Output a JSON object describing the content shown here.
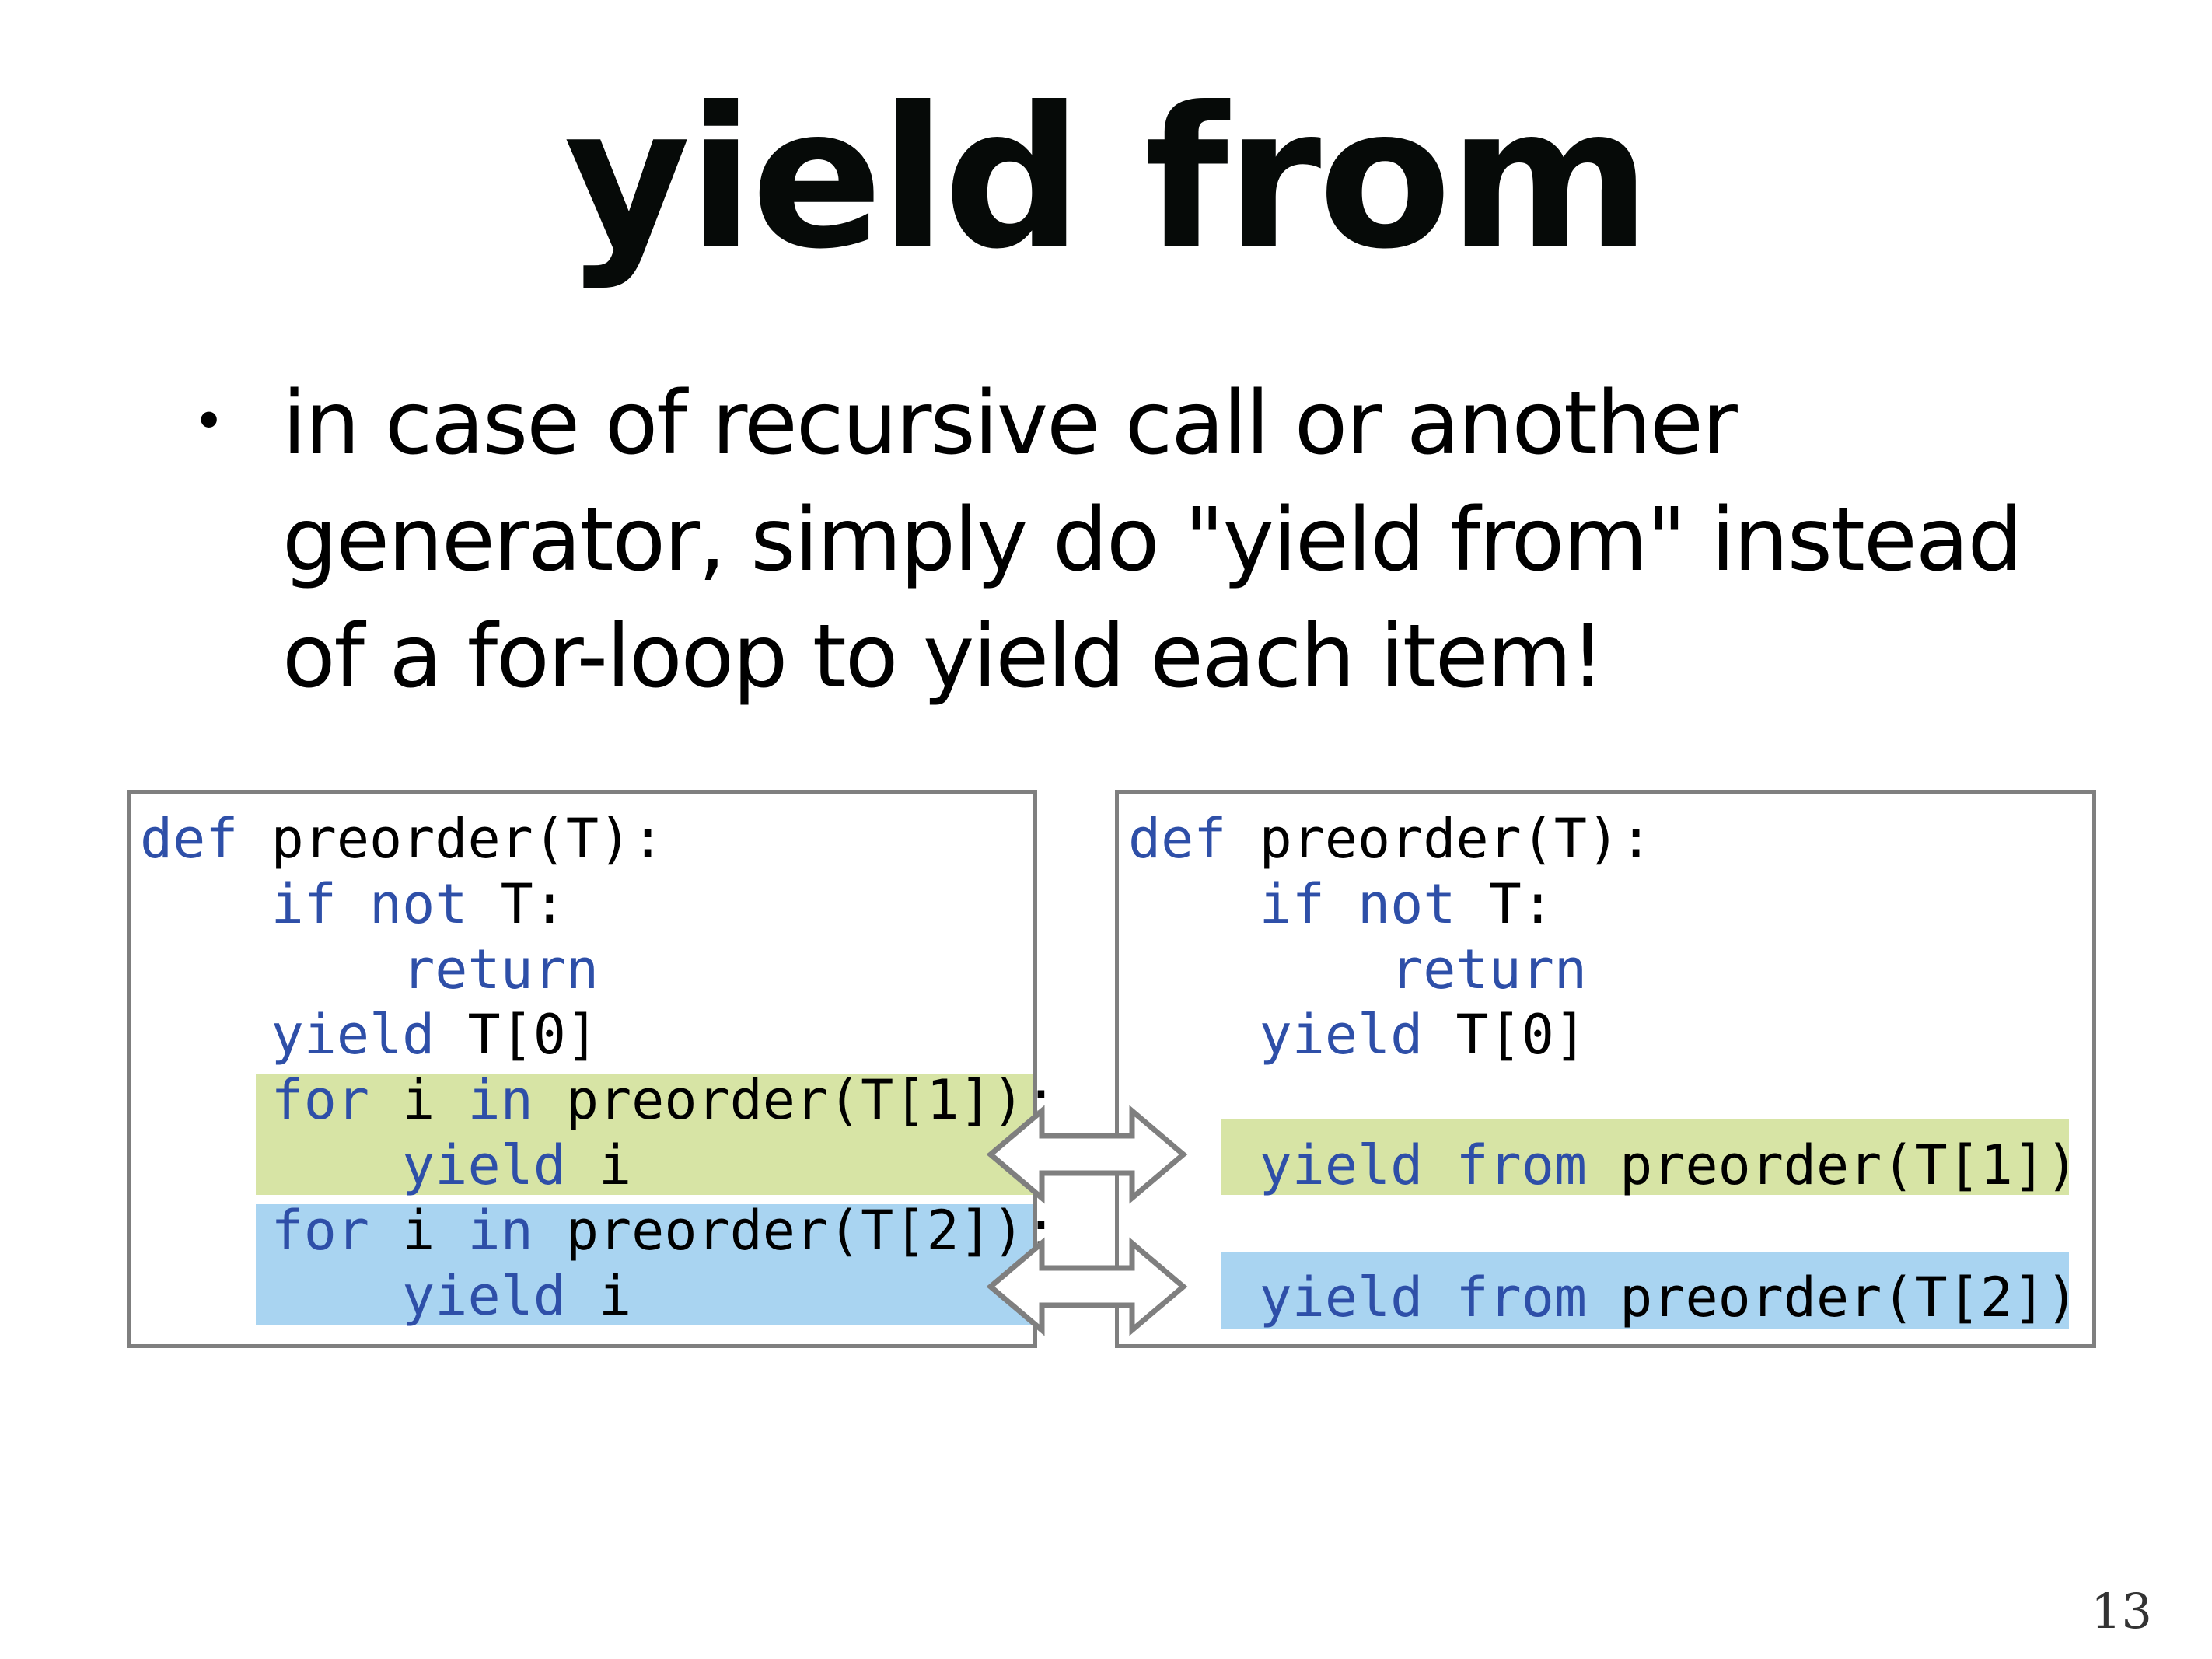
{
  "slide": {
    "title": "yield from",
    "bullet_lines": [
      "in case of recursive call or another",
      "generator, simply do \"yield from\" instead",
      "of a for-loop to yield each item!"
    ],
    "bullet_symbol": "•",
    "page_number": "13"
  },
  "left_code": {
    "lines": [
      [
        {
          "t": "def",
          "k": true
        },
        {
          "t": " preorder(T):",
          "k": false
        }
      ],
      [
        {
          "t": "    ",
          "k": false
        },
        {
          "t": "if",
          "k": true
        },
        {
          "t": " ",
          "k": false
        },
        {
          "t": "not",
          "k": true
        },
        {
          "t": " T:",
          "k": false
        }
      ],
      [
        {
          "t": "        ",
          "k": false
        },
        {
          "t": "return",
          "k": true
        }
      ],
      [
        {
          "t": "    ",
          "k": false
        },
        {
          "t": "yield",
          "k": true
        },
        {
          "t": " T[0]",
          "k": false
        }
      ],
      [
        {
          "t": "    ",
          "k": false
        },
        {
          "t": "for",
          "k": true
        },
        {
          "t": " i ",
          "k": false
        },
        {
          "t": "in",
          "k": true
        },
        {
          "t": " preorder(T[1]):",
          "k": false
        }
      ],
      [
        {
          "t": "        ",
          "k": false
        },
        {
          "t": "yield",
          "k": true
        },
        {
          "t": " i",
          "k": false
        }
      ],
      [
        {
          "t": "    ",
          "k": false
        },
        {
          "t": "for",
          "k": true
        },
        {
          "t": " i ",
          "k": false
        },
        {
          "t": "in",
          "k": true
        },
        {
          "t": " preorder(T[2]):",
          "k": false
        }
      ],
      [
        {
          "t": "        ",
          "k": false
        },
        {
          "t": "yield",
          "k": true
        },
        {
          "t": " i",
          "k": false
        }
      ]
    ]
  },
  "right_code": {
    "lines": [
      [
        {
          "t": "def",
          "k": true
        },
        {
          "t": " preorder(T):",
          "k": false
        }
      ],
      [
        {
          "t": "    ",
          "k": false
        },
        {
          "t": "if",
          "k": true
        },
        {
          "t": " ",
          "k": false
        },
        {
          "t": "not",
          "k": true
        },
        {
          "t": " T:",
          "k": false
        }
      ],
      [
        {
          "t": "        ",
          "k": false
        },
        {
          "t": "return",
          "k": true
        }
      ],
      [
        {
          "t": "    ",
          "k": false
        },
        {
          "t": "yield",
          "k": true
        },
        {
          "t": " T[0]",
          "k": false
        }
      ],
      [],
      [
        {
          "t": "    ",
          "k": false
        },
        {
          "t": "yield",
          "k": true
        },
        {
          "t": " ",
          "k": false
        },
        {
          "t": "from",
          "k": true
        },
        {
          "t": " preorder(T[1])",
          "k": false
        }
      ],
      [],
      [
        {
          "t": "    ",
          "k": false
        },
        {
          "t": "yield",
          "k": true
        },
        {
          "t": " ",
          "k": false
        },
        {
          "t": "from",
          "k": true
        },
        {
          "t": " preorder(T[2])",
          "k": false
        }
      ]
    ]
  },
  "colors": {
    "keyword": "#2e4fa8",
    "text": "#000000",
    "highlight_green": "#d7e4a5",
    "highlight_blue": "#a9d4f1",
    "box_border": "#7f7f7f",
    "arrow_stroke": "#7f7f7f"
  },
  "icons": {
    "equivalence_arrow_top": "double-headed-arrow-icon",
    "equivalence_arrow_bottom": "double-headed-arrow-icon"
  }
}
